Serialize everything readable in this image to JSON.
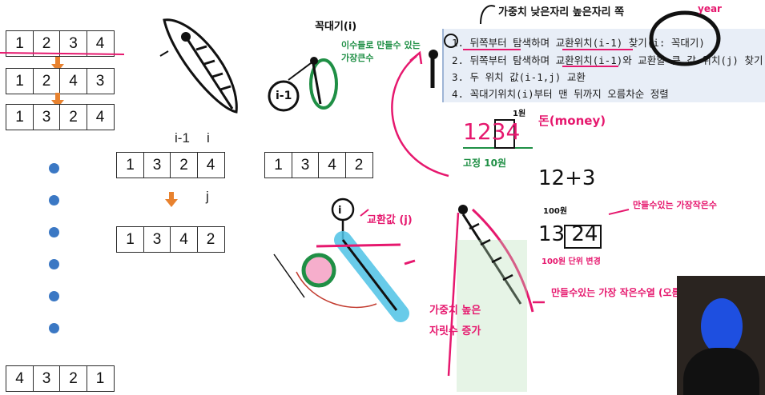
{
  "left_sequences": [
    [
      "1",
      "2",
      "3",
      "4"
    ],
    [
      "1",
      "2",
      "4",
      "3"
    ],
    [
      "1",
      "3",
      "2",
      "4"
    ]
  ],
  "last_sequence": [
    "4",
    "3",
    "2",
    "1"
  ],
  "middle": {
    "label_im1": "i-1",
    "label_i": "i",
    "label_j": "j",
    "row_a": [
      "1",
      "3",
      "2",
      "4"
    ],
    "row_b": [
      "1",
      "3",
      "4",
      "2"
    ],
    "row_c": [
      "1",
      "3",
      "4",
      "2"
    ]
  },
  "steps": {
    "s1": "1. 뒤쪽부터 탐색하며 교환위치(i-1) 찾기(i: 꼭대기)",
    "s2": "2. 뒤쪽부터 탐색하며 교환위치(i-1)와 교환할 큰 값 위치(j) 찾기",
    "s3": "3. 두 위치 값(i-1,j) 교환",
    "s4": "4. 꼭대기위치(i)부터 맨 뒤까지 오름차순 정렬"
  },
  "annotations": {
    "top_title": "가중치 낮은자리 높은자리 쪽",
    "peak": "꼭대기(i)",
    "green_make": "이수들로 만들수 있는 가장큰수",
    "im1": "i-1",
    "i_small": "i",
    "exchange": "교환값 (j)",
    "money": "돈(money)",
    "won1": "1원",
    "fixed": "고정 10원",
    "digits_a": "1234",
    "digits_b": "12+3",
    "won100": "100원",
    "smallest": "만들수있는 가장작은수",
    "digits_c": "13 24",
    "change100": "100원 단위 변경",
    "bottom_right": "만들수있는 가장 작은수열 (오름차순)",
    "weight_high": "가중치 높은 자릿수 증가",
    "year": "year"
  },
  "colors": {
    "accent_pink": "#e6186e",
    "accent_green": "#1f8f45",
    "arrow_orange": "#e8822f",
    "dot_blue": "#3b78c4",
    "steps_bg": "#e8eef7"
  }
}
